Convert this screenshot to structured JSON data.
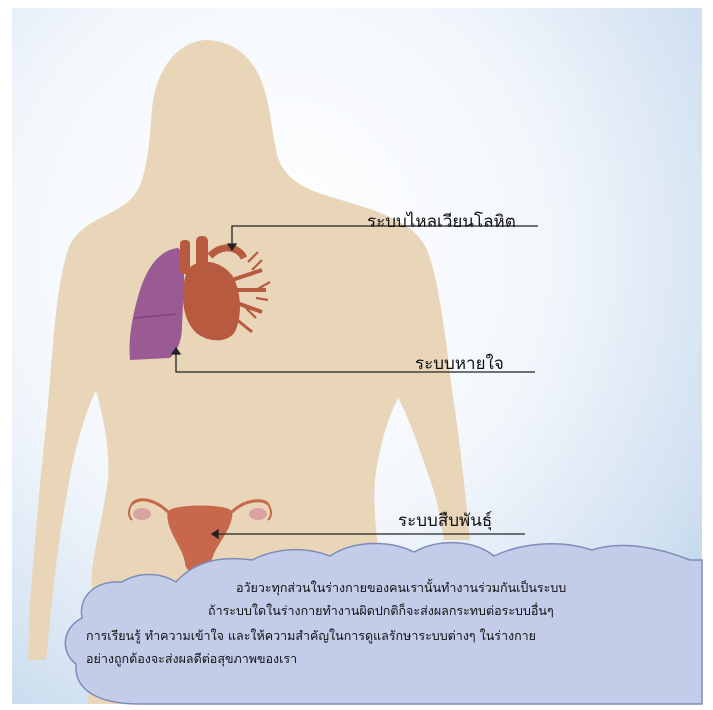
{
  "labels": {
    "circulatory": "ระบบไหลเวียนโลหิต",
    "respiratory": "ระบบหายใจ",
    "reproductive": "ระบบสืบพันธุ์"
  },
  "caption": {
    "line1": "อวัยวะทุกส่วนในร่างกายของคนเรานั้นทำงานร่วมกันเป็นระบบ",
    "line2": "ถ้าระบบใดในร่างกายทำงานผิดปกติก็จะส่งผลกระทบต่อระบบอื่นๆ",
    "line3": "การเรียนรู้ ทำความเข้าใจ และให้ความสำคัญในการดูแลรักษาระบบต่างๆ ในร่างกาย",
    "line4": "อย่างถูกต้องจะส่งผลดีต่อสุขภาพของเรา"
  },
  "colors": {
    "body": "#e9d6b9",
    "heart": "#b85a3f",
    "lung": "#9a5a93",
    "uterus": "#c7674c",
    "cloud": "#c3cce8"
  }
}
